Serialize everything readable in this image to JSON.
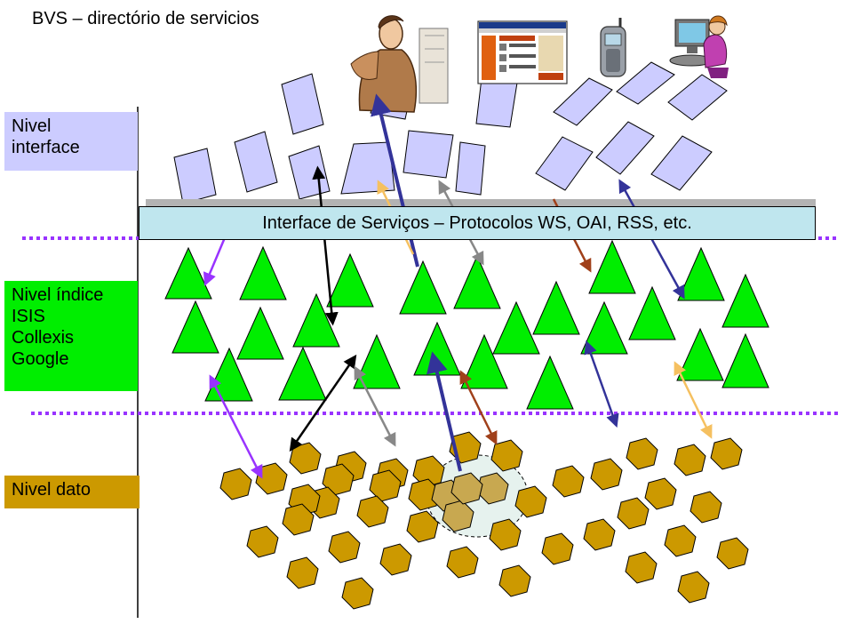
{
  "title": "BVS – directório de servicios",
  "levels": {
    "interface": [
      "Nivel",
      "interface"
    ],
    "index": [
      "Nivel índice",
      "ISIS",
      "Collexis",
      "Google"
    ],
    "data": "Nivel dato"
  },
  "services_bar": "Interface de Serviços – Protocolos WS, OAI, RSS, etc.",
  "colors": {
    "interface_fill": "#ccccff",
    "index_fill": "#00ee00",
    "data_fill": "#cc9900",
    "separator": "#9933ff",
    "services_fill": "#bfe6ee",
    "arrow_blue": "#333399",
    "arrow_purple": "#9933ff",
    "arrow_black": "#000000",
    "arrow_gray": "#888888",
    "arrow_orange": "#f5c060",
    "arrow_brown": "#a0401a"
  },
  "icons": [
    "user-at-computer-icon",
    "web-page-screenshot-icon",
    "mobile-phone-icon",
    "woman-at-computer-icon"
  ]
}
